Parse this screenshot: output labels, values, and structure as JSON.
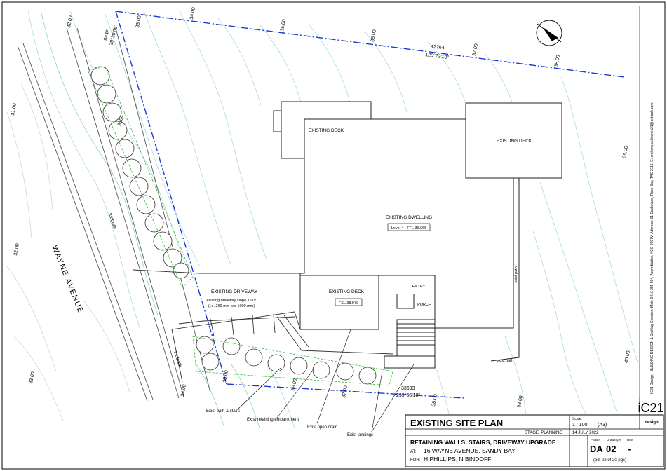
{
  "site_plan": {
    "north_arrow": "north-arrow-icon",
    "boundary": {
      "top_length": "42264",
      "top_bearing": "120°22'10\"",
      "left_length": "8442",
      "left_bearing": "29°30'05\"",
      "left_length_2": "3004",
      "bottom_length": "33633",
      "bottom_bearing": "299°56'10\""
    },
    "contours": [
      "32.00",
      "33.00",
      "34.00",
      "35.00",
      "36.00",
      "37.00",
      "38.00",
      "31.00",
      "32.00",
      "33.00",
      "34.00",
      "35.00",
      "36.00",
      "37.00",
      "38.00",
      "39.00",
      "40.00",
      "38.00"
    ],
    "street_name": "WAYNE AVENUE",
    "footpath_label": "footpath",
    "footpath_label_2": "footpath",
    "labels": {
      "deck_left": "EXISTING DECK",
      "deck_right": "EXISTING DECK",
      "dwelling": "EXISTING DWELLING",
      "dwelling_level": "Level 4 - FFL  39.065",
      "driveway": "EXISTING DRIVEWAY",
      "driveway_slope_1": "existing driveway slope 15.0°",
      "driveway_slope_2": "(i.e. 269 mm per 1000 mm)",
      "deck_lower": "EXISTING DECK",
      "deck_lower_fsl": "FSL  38.970",
      "entry": "ENTRY",
      "porch": "PORCH",
      "exist_path_vertical": "exist path",
      "exist_path": "exist path"
    },
    "callouts": {
      "path_stairs": "Exist path & stairs",
      "retaining": "Exist retaining embankment",
      "drain": "Exist open drain",
      "landings": "Exist landings"
    }
  },
  "side_strip": {
    "text": "IC21 Design - BUILDING DESIGN & Drafting Services: Mob: 0416 255 904, Accreditation # CC 6097V, Address: 61 Esplanade, Rose Bay, TAS 7015. E: anthony.sullivan.ic21@outlook.com"
  },
  "title_block": {
    "logo_text": "iC21",
    "logo_sub": "design",
    "drawing_title": "EXISTING SITE PLAN",
    "scale_label": "Scale:",
    "scale_value": "1 : 100",
    "paper_size": "(A3)",
    "stage": "STAGE: PLANNING",
    "date": "14 JULY 2022",
    "project": "RETAINING WALLS, STAIRS, DRIVEWAY UPGRADE",
    "at_label": "AT:",
    "address": "16 WAYNE AVENUE, SANDY BAY",
    "for_label": "FOR:",
    "client": "H PHILLIPS, N BINDOFF",
    "phase_label": "Phase:",
    "drawing_no_label": "Drawing #:",
    "rev_label": "Rev",
    "phase": "DA",
    "drawing_no": "02",
    "rev": "-",
    "pdf_page": "(pdf 02 of 20 pgs)"
  }
}
